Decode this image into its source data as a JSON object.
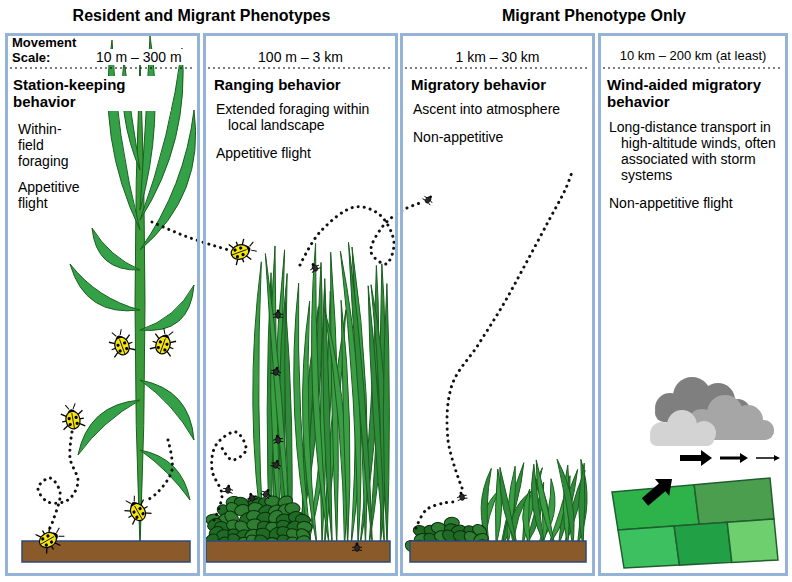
{
  "diagram": {
    "nodes": [
      {
        "text": [
          "Movement Scale:",
          "10 m – 300 m",
          "Station-keeping behavior",
          "Within-field foraging",
          "Appetitive flight"
        ]
      },
      {
        "text": [
          "100 m – 3 km",
          "Ranging behavior",
          "Extended foraging within local landscape",
          "Appetitive flight"
        ]
      },
      {
        "text": [
          "1 km – 30 km",
          "Migratory behavior",
          "Ascent into atmosphere",
          "Non-appetitive"
        ]
      },
      {
        "text": [
          "10 km – 200 km (at least)",
          "Wind-aided migratory behavior",
          "Long-distance transport in high-altitude winds, often associated with storm systems",
          "Non-appetitive flight"
        ]
      }
    ],
    "labels": [
      "Resident and Migrant Phenotypes",
      "Migrant Phenotype Only"
    ]
  }
}
